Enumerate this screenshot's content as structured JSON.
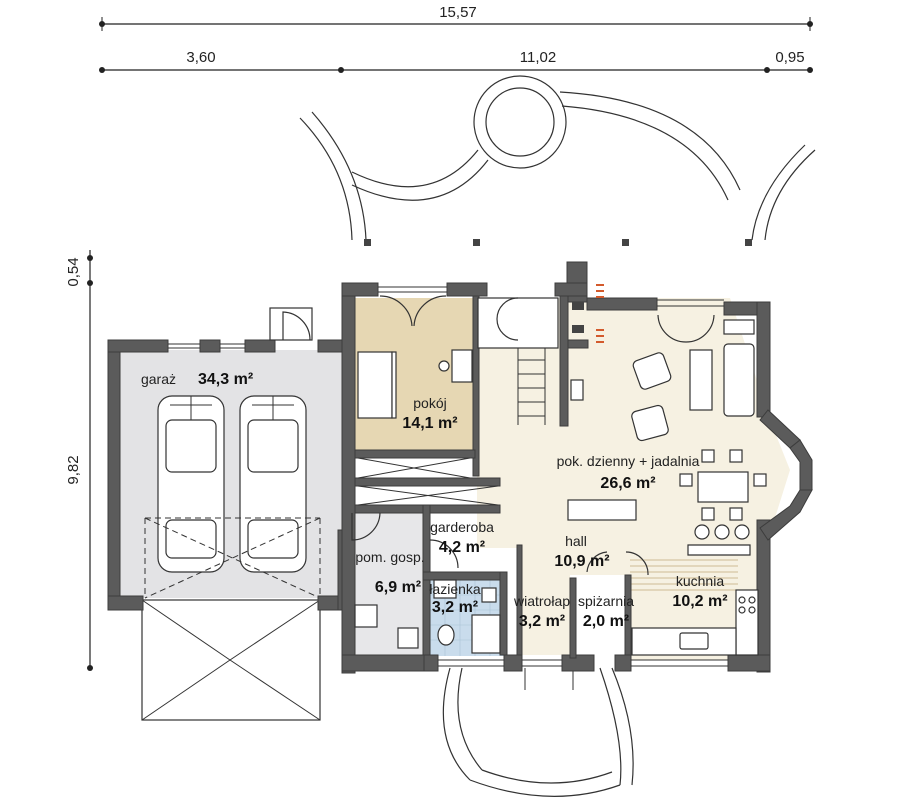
{
  "dimensions": {
    "total_width": "15,57",
    "segment_1": "3,60",
    "segment_2": "11,02",
    "segment_3": "0,95",
    "depth_top": "0,54",
    "depth_main": "9,82"
  },
  "rooms": {
    "garaz": {
      "name": "garaż",
      "area": "34,3 m²"
    },
    "pokoj": {
      "name": "pokój",
      "area": "14,1 m²"
    },
    "dzienny": {
      "name": "pok. dzienny + jadalnia",
      "area": "26,6 m²"
    },
    "garderoba": {
      "name": "garderoba",
      "area": "4,2 m²"
    },
    "hall": {
      "name": "hall",
      "area": "10,9 m²"
    },
    "gosp": {
      "name": "pom. gosp.",
      "area": "6,9 m²"
    },
    "lazienka": {
      "name": "łazienka",
      "area": "3,2 m²"
    },
    "wiatrolap": {
      "name": "wiatrołap",
      "area": "3,2 m²"
    },
    "spizarnia": {
      "name": "spiżarnia",
      "area": "2,0 m²"
    },
    "kuchnia": {
      "name": "kuchnia",
      "area": "10,2 m²"
    }
  },
  "colors": {
    "garage_floor": "#e3e3e5",
    "room_beige": "#e6d7b3",
    "living_floor": "#f6f1e2",
    "bath_tile": "#c9dcec",
    "wall": "#5b5b5b"
  }
}
